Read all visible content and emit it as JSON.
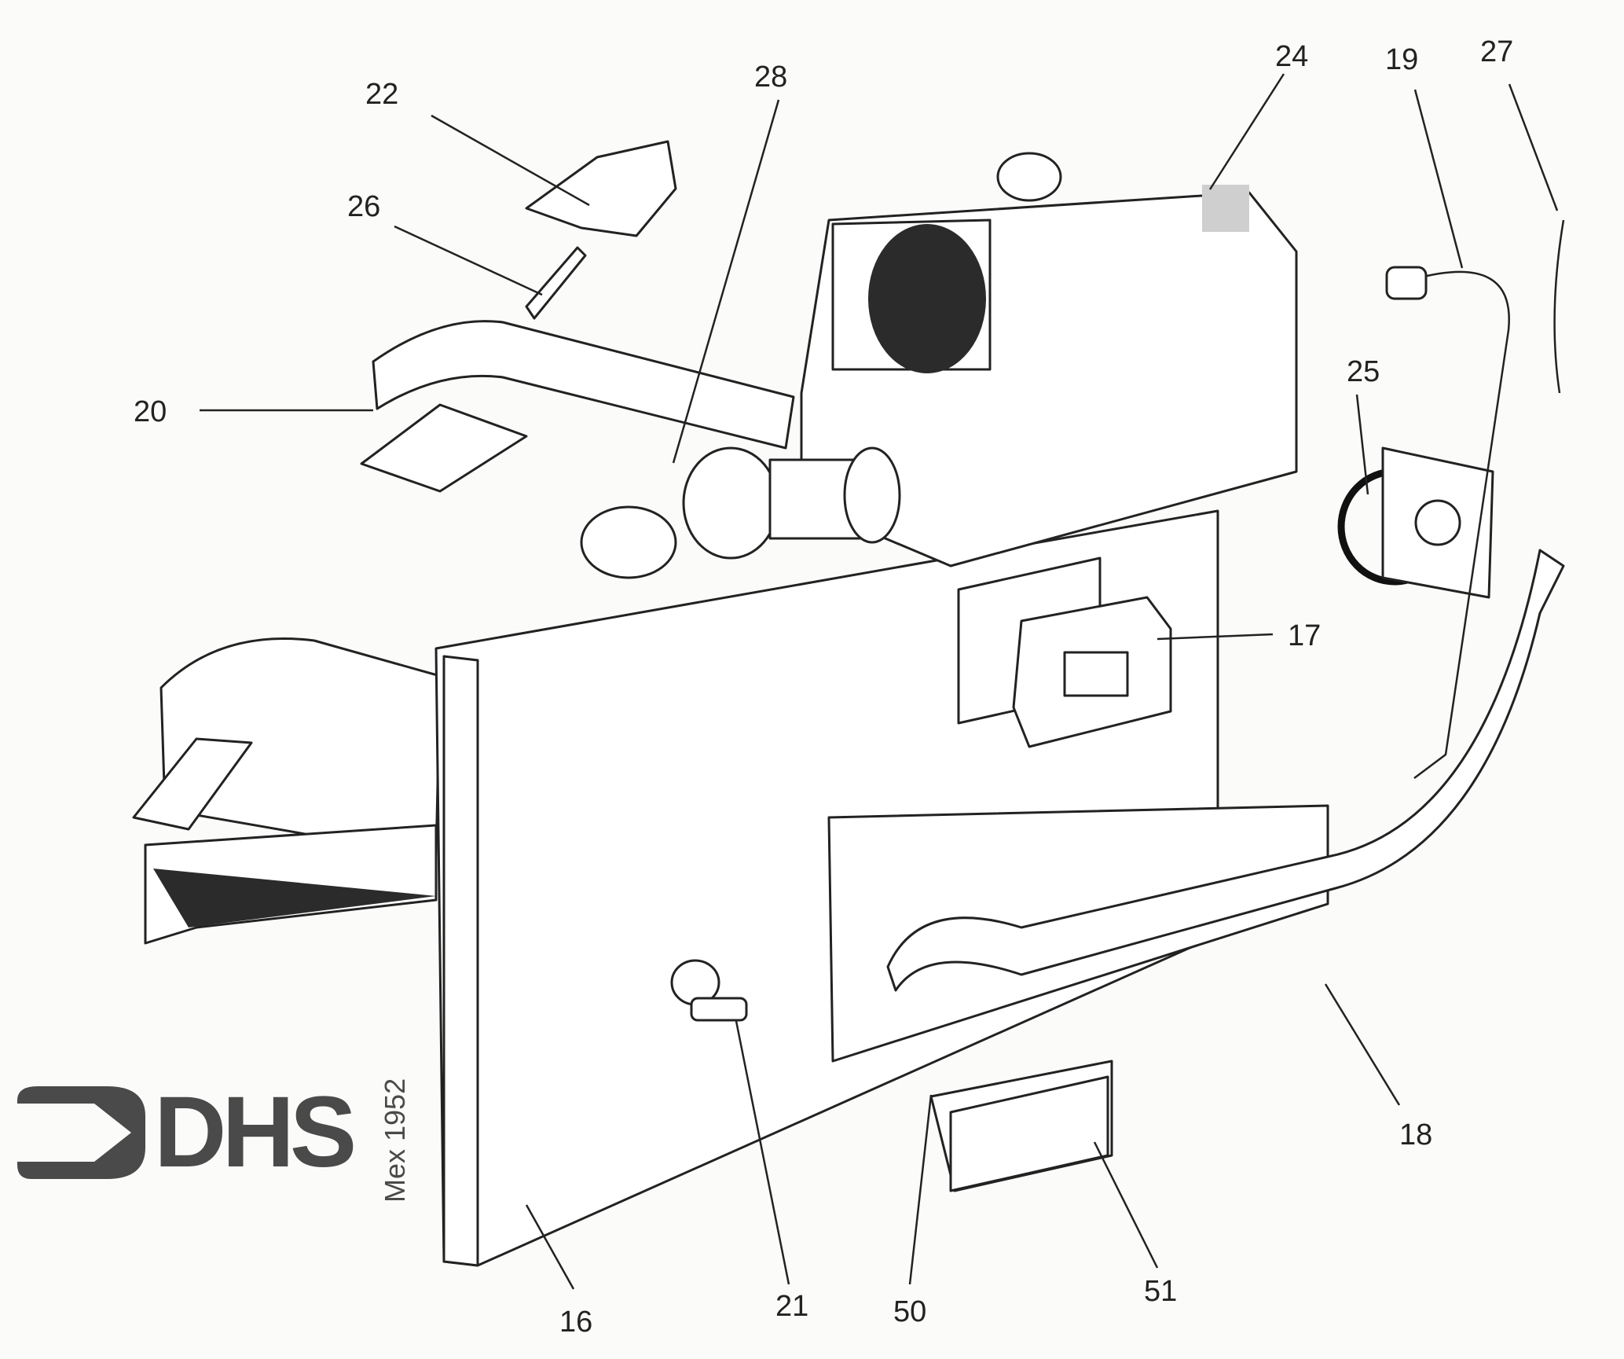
{
  "diagram": {
    "part_labels": [
      "22",
      "28",
      "24",
      "19",
      "27",
      "26",
      "20",
      "25",
      "17",
      "18",
      "16",
      "21",
      "50",
      "51"
    ]
  },
  "logo": {
    "brand": "DHS",
    "subtitle": "Mex 1952"
  }
}
